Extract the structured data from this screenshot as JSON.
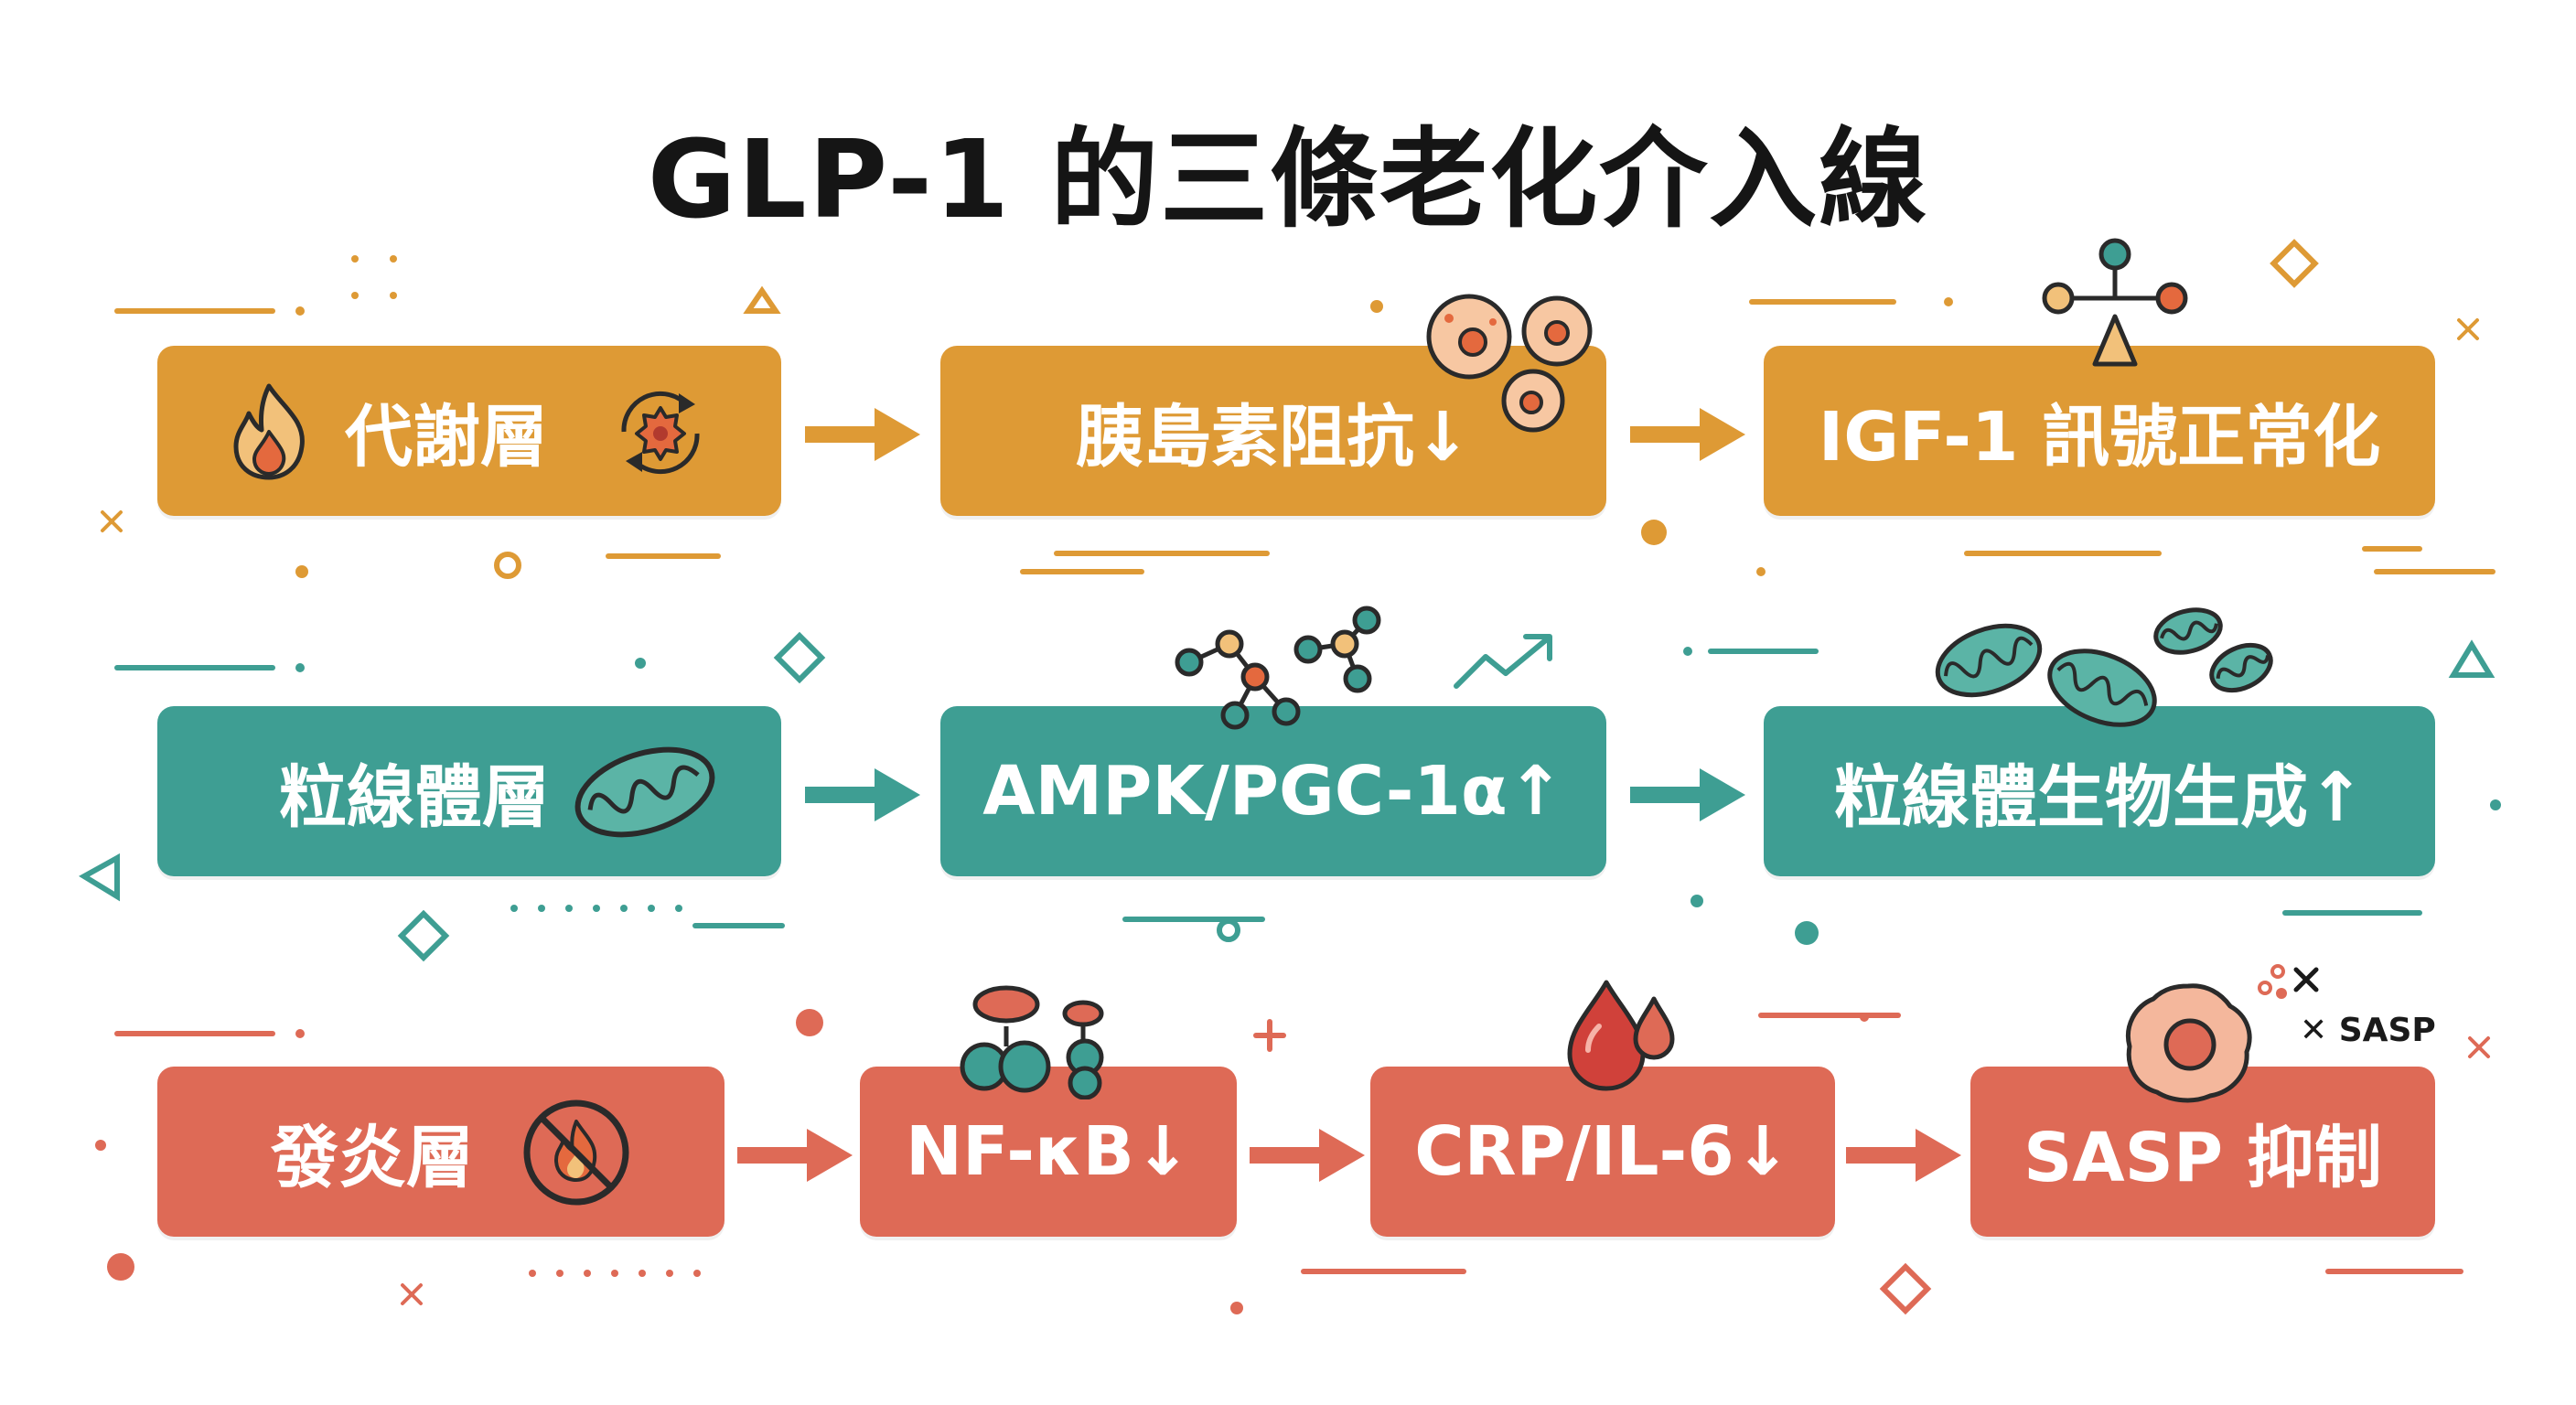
{
  "title": "GLP-1 的三條老化介入線",
  "colors": {
    "orange": "#DE9A35",
    "teal": "#3E9E93",
    "coral": "#DE6A56"
  },
  "rows": [
    {
      "name": "metabolic",
      "color": "orange",
      "layer": {
        "label": "代謝層",
        "icons": [
          "flame-icon",
          "cycle-icon"
        ]
      },
      "steps": [
        {
          "label": "胰島素阻抗↓",
          "icon": "cells-icon"
        },
        {
          "label": "IGF-1 訊號正常化",
          "icon": "molecule-triangle-icon"
        }
      ]
    },
    {
      "name": "mitochondrial",
      "color": "teal",
      "layer": {
        "label": "粒線體層",
        "icons": [
          "mitochondria-icon"
        ]
      },
      "steps": [
        {
          "label": "AMPK/PGC-1α↑",
          "icon": "molecule-network-icon"
        },
        {
          "label": "粒線體生物生成↑",
          "icon": "mitochondria-group-icon"
        }
      ]
    },
    {
      "name": "inflammatory",
      "color": "coral",
      "layer": {
        "label": "發炎層",
        "icons": [
          "no-fire-icon"
        ]
      },
      "steps": [
        {
          "label": "NF-κB↓",
          "icon": "protein-complex-icon"
        },
        {
          "label": "CRP/IL-6↓",
          "icon": "blood-drops-icon"
        },
        {
          "label": "SASP 抑制",
          "icon": "senescent-cell-icon",
          "badge": "SASP"
        }
      ]
    }
  ]
}
